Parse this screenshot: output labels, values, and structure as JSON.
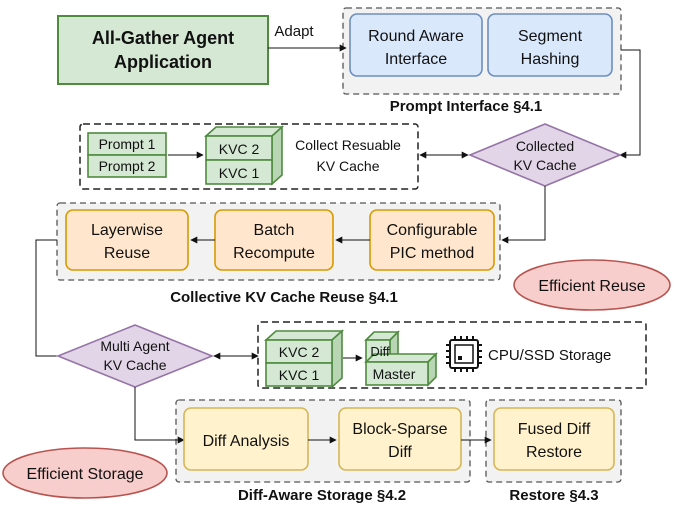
{
  "colors": {
    "green_fill": "#d5e8d4",
    "green_stroke": "#4f8a3f",
    "blue_fill": "#dae8fc",
    "blue_stroke": "#6c8ebf",
    "orange_fill": "#ffe6cc",
    "orange_stroke": "#d79b00",
    "yellow_fill": "#fff2cc",
    "yellow_stroke": "#d6b656",
    "purple_fill": "#e1d5e7",
    "purple_stroke": "#9673a6",
    "red_fill": "#f8cecc",
    "red_stroke": "#b85450",
    "group_fill": "#f2f2f2",
    "line": "#111111"
  },
  "icons": {
    "chip": "cpu-chip-icon"
  },
  "app": {
    "line1": "All-Gather Agent",
    "line2": "Application"
  },
  "adapt_label": "Adapt",
  "prompt_interface": {
    "title": "Prompt Interface §4.1",
    "round_aware": {
      "line1": "Round Aware",
      "line2": "Interface"
    },
    "segment_hashing": {
      "line1": "Segment",
      "line2": "Hashing"
    }
  },
  "collect_cache": {
    "prompt1": "Prompt 1",
    "prompt2": "Prompt 2",
    "kvc2": "KVC 2",
    "kvc1": "KVC 1",
    "label_line1": "Collect Resuable",
    "label_line2": "KV Cache"
  },
  "collected_kv": {
    "line1": "Collected",
    "line2": "KV Cache"
  },
  "reuse": {
    "title": "Collective KV Cache Reuse §4.1",
    "configurable": {
      "line1": "Configurable",
      "line2": "PIC method"
    },
    "batch": {
      "line1": "Batch",
      "line2": "Recompute"
    },
    "layerwise": {
      "line1": "Layerwise",
      "line2": "Reuse"
    }
  },
  "efficient_reuse": "Efficient Reuse",
  "multi_agent": {
    "line1": "Multi Agent",
    "line2": "KV Cache"
  },
  "storage_group": {
    "kvc2": "KVC 2",
    "kvc1": "KVC 1",
    "diff": "Diff",
    "master": "Master",
    "label": "CPU/SSD Storage"
  },
  "diff_storage": {
    "title": "Diff-Aware Storage §4.2",
    "analysis": "Diff Analysis",
    "block_sparse": {
      "line1": "Block-Sparse",
      "line2": "Diff"
    }
  },
  "restore": {
    "title": "Restore §4.3",
    "fused": {
      "line1": "Fused Diff",
      "line2": "Restore"
    }
  },
  "efficient_storage": "Efficient Storage"
}
